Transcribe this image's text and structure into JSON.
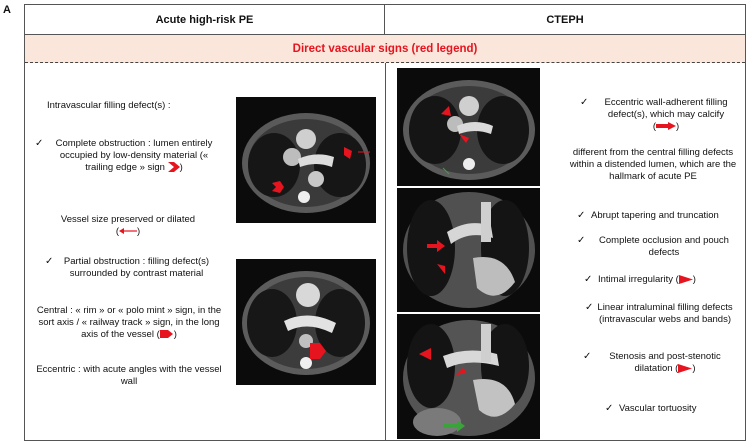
{
  "panel_letter": "A",
  "header": {
    "left_title": "Acute high-risk PE",
    "right_title": "CTEPH"
  },
  "legend": {
    "text": "Direct vascular signs (red legend)",
    "color": "#e5141e"
  },
  "left": {
    "intro": "Intravascular filling defect(s) :",
    "complete_obstruction": "Complete obstruction : lumen entirely occupied by low-density material (« trailing edge » sign",
    "complete_obstruction_end": ")",
    "vessel_size": "Vessel size preserved or dilated",
    "vessel_size_open": "(",
    "vessel_size_close": ")",
    "partial_obstruction": "Partial obstruction : filling defect(s) surrounded by contrast material",
    "central": "Central : « rim » or « polo mint » sign, in the sort axis / « railway track » sign, in the long axis of the vessel (",
    "central_end": ")",
    "eccentric": "Eccentric : with acute angles with the vessel wall"
  },
  "right": {
    "eccentric_wall": "Eccentric wall-adherent filling defect(s), which may calcify",
    "eccentric_open": "(",
    "eccentric_close": ")",
    "different_from": "different from the central filling defects within a distended lumen, which are the hallmark of acute PE",
    "abrupt": "Abrupt tapering and truncation",
    "occlusion": "Complete occlusion and pouch defects",
    "intimal": "Intimal irregularity (",
    "intimal_end": ")",
    "linear": "Linear intraluminal filling defects (intravascular webs and bands)",
    "stenosis": "Stenosis and post-stenotic dilatation (",
    "stenosis_end": ")",
    "tortuosity": "Vascular tortuosity"
  },
  "check_glyph": "✓",
  "colors": {
    "red": "#e5141e",
    "green": "#3aa33a"
  }
}
